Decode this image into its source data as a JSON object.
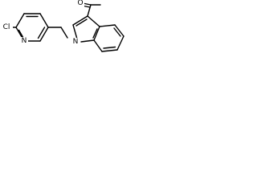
{
  "molecule": {
    "atoms": {
      "cl": "Cl",
      "n_pyridine": "N",
      "n_indole": "N",
      "o_carbonyl": "O"
    }
  }
}
